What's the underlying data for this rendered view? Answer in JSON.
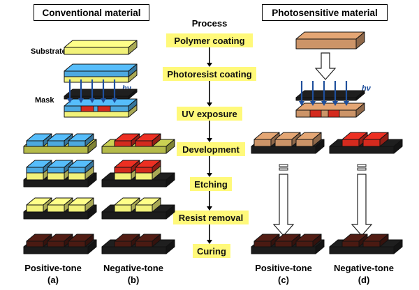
{
  "headers": {
    "conventional": "Conventional material",
    "photosensitive": "Photosensitive material"
  },
  "process": {
    "title": "Process",
    "steps": [
      "Polymer coating",
      "Photoresist coating",
      "UV exposure",
      "Development",
      "Etching",
      "Resist removal",
      "Curing"
    ]
  },
  "labels": {
    "substrate": "Substrate",
    "mask": "Mask",
    "hv": "hν"
  },
  "columns": [
    {
      "tone": "Positive-tone",
      "letter": "(a)"
    },
    {
      "tone": "Negative-tone",
      "letter": "(b)"
    },
    {
      "tone": "Positive-tone",
      "letter": "(c)"
    },
    {
      "tone": "Negative-tone",
      "letter": "(d)"
    }
  ],
  "colors": {
    "substrate": "#b5bb4a",
    "polymer": "#f2f27a",
    "resist": "#4da9e0",
    "exposed": "#d42a1e",
    "black": "#1c1c1c",
    "cured": "#4a1a12",
    "photosensitive": "#cc9468",
    "step_bg": "#fff97a",
    "arrow_blue": "#1f4f9c"
  }
}
